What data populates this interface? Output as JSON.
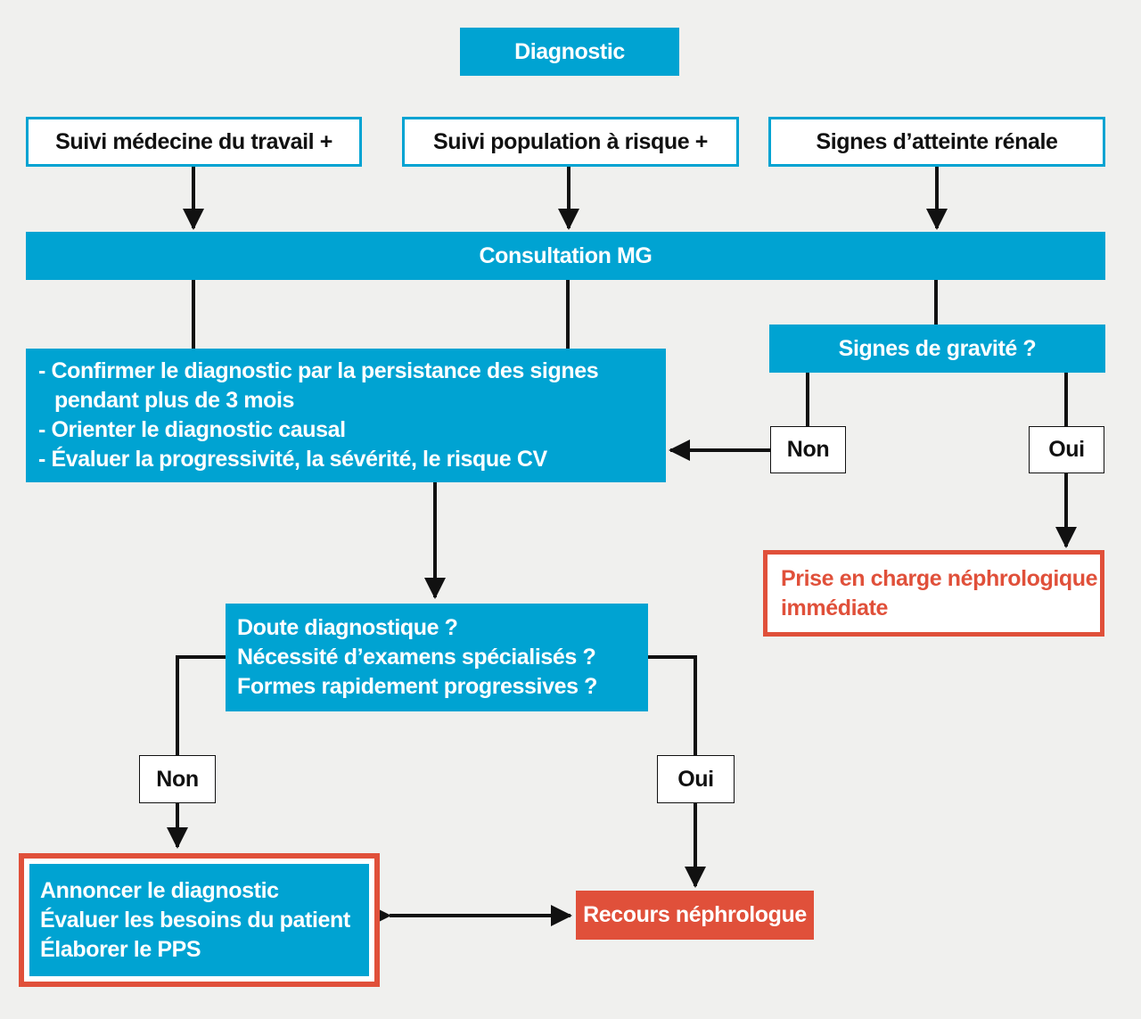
{
  "colors": {
    "blue": "#00a3d2",
    "red": "#e0503a",
    "background": "#f0f0ee",
    "line": "#111111"
  },
  "top": {
    "title": "Diagnostic"
  },
  "sources": [
    "Suivi médecine du travail +",
    "Suivi population à risque +",
    "Signes d’atteinte rénale"
  ],
  "consultation": "Consultation MG",
  "gravity": {
    "question": "Signes de gravité ?",
    "no": "Non",
    "yes": "Oui",
    "urgent_line1": "Prise en charge néphrologique",
    "urgent_line2": "immédiate"
  },
  "actions": {
    "item1": "- Confirmer le diagnostic par la persistance des signes pendant plus de 3 mois",
    "item2": "- Orienter le diagnostic causal",
    "item3": "- Évaluer la progressivité, la sévérité, le risque CV"
  },
  "doubt": {
    "q1": "Doute diagnostique ?",
    "q2": "Nécessité d’examens spécialisés ?",
    "q3": "Formes rapidement progressives ?",
    "no": "Non",
    "yes": "Oui"
  },
  "final": {
    "line1": "Annoncer le diagnostic",
    "line2": "Évaluer les besoins du patient",
    "line3": "Élaborer le PPS"
  },
  "referral": "Recours néphrologue"
}
